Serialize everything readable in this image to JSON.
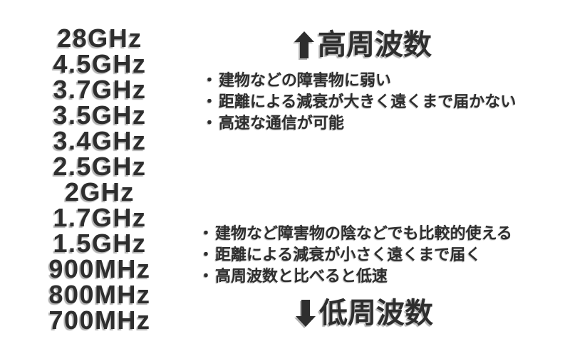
{
  "bullet_char": "・",
  "colors": {
    "background": "#ffffff",
    "text": "#2e2e2e",
    "shadow": "#b3b3b3"
  },
  "frequency_list": [
    "28GHz",
    "4.5GHz",
    "3.7GHz",
    "3.5GHz",
    "3.4GHz",
    "2.5GHz",
    "2GHz",
    "1.7GHz",
    "1.5GHz",
    "900MHz",
    "800MHz",
    "700MHz"
  ],
  "high_frequency_section": {
    "heading": "高周波数",
    "arrow_icon": "up-arrow",
    "bullets": [
      "建物などの障害物に弱い",
      "距離による減衰が大きく遠くまで届かない",
      "高速な通信が可能"
    ]
  },
  "low_frequency_section": {
    "heading": "低周波数",
    "arrow_icon": "down-arrow",
    "bullets": [
      "建物など障害物の陰などでも比較的使える",
      "距離による減衰が小さく遠くまで届く",
      "高周波数と比べると低速"
    ]
  }
}
